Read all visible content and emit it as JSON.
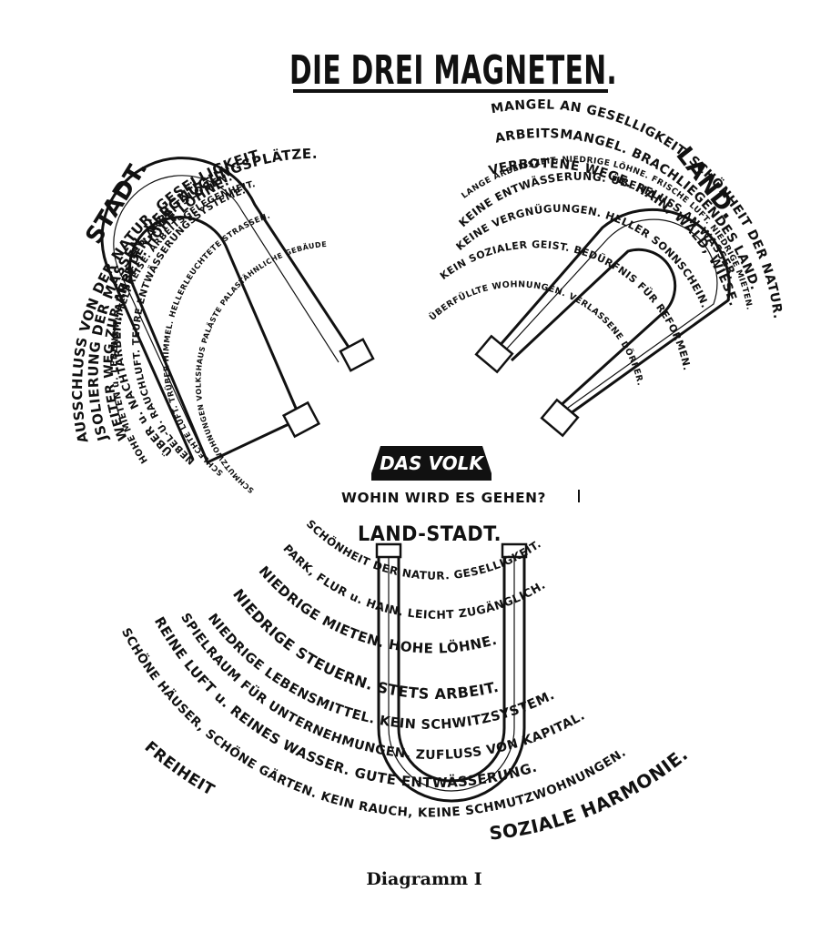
{
  "title": "DIE DREI MAGNETEN.",
  "caption": "Diagramm I",
  "stadt": {
    "label": "STADT.",
    "lines": [
      "AUSSCHLUSS VON DER NATUR. GESELLIGKEIT",
      "JSOLIERUNG DER MASSEN. VERGNÜGUNGSPLÄTZE.",
      "WEITER WEG ZUR ARBEIT. HOHE LÖHNE.",
      "HOHE MIETEN u. LEBENSMITTELPREISE. ARBEITSGELEGENHEIT.",
      "ÜBER u. NACHTARBEIT. ARMEE DER ARBEITSLOSEN.",
      "NEBEL-U. RAUCHLUFT. TEURE ENTWÄSSERUNGSSYSTEME.",
      "SCHLECHTE LUFT. TRÜBER HIMMEL. HELLERLEUCHTETE STRASSEN.",
      "SCHMUTZWOHNUNGEN VOLKSHAUS PALÄSTE PALASTÄHNLICHE GEBÄUDE"
    ]
  },
  "land": {
    "label": "LAND.",
    "lines": [
      "MANGEL AN GESELLIGKEIT. SCHÖNHEIT DER NATUR.",
      "ARBEITSMANGEL. BRACHLIEGENDES LAND.",
      "VERBOTENE WEGE. HAIN, WALD, WIESE.",
      "LANGE ARBEITSZEIT. NIEDRIGE LÖHNE. FRISCHE LUFT. NIEDRIGE MIETEN.",
      "KEINE ENTWÄSSERUNG. ÜBERFLUSS AN WASSER.",
      "KEINE VERGNÜGUNGEN. HELLER SONNSCHEIN.",
      "KEIN SOZIALER GEIST. BEDÜRFNIS FÜR REFORMEN.",
      "ÜBERFÜLLTE WOHNUNGEN. VERLASSENE DÖRFER."
    ]
  },
  "volk": {
    "label": "DAS VOLK",
    "question": "WOHIN WIRD ES GEHEN?"
  },
  "landstadt": {
    "label": "LAND-STADT.",
    "lines": [
      "SCHÖNHEIT DER NATUR. GESELLIGKEIT.",
      "PARK, FLUR u. HAIN. LEICHT ZUGÄNGLICH.",
      "NIEDRIGE MIETEN. HOHE LÖHNE.",
      "NIEDRIGE STEUERN. STETS ARBEIT.",
      "NIEDRIGE LEBENSMITTEL. KEIN SCHWITZSYSTEM.",
      "SPIELRAUM FÜR UNTERNEHMUNGEN. ZUFLUSS VON KAPITAL.",
      "REINE LUFT u. REINES WASSER. GUTE ENTWÄSSERUNG.",
      "SCHÖNE HÄUSER, SCHÖNE GÄRTEN. KEIN RAUCH, KEINE SCHMUTZWOHNUNGEN.",
      "FREIHEIT",
      "SOZIALE HARMONIE."
    ]
  }
}
